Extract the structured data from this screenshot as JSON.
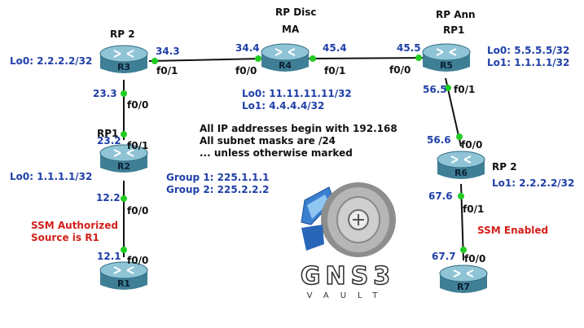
{
  "routers": {
    "r1": {
      "name": "R1"
    },
    "r2": {
      "name": "R2",
      "role": "RP1",
      "lo0": "Lo0: 1.1.1.1/32"
    },
    "r3": {
      "name": "R3",
      "role": "RP 2",
      "lo0": "Lo0: 2.2.2.2/32"
    },
    "r4": {
      "name": "R4",
      "role1": "RP Disc",
      "role2": "MA",
      "lo0": "Lo0: 11.11.11.11/32",
      "lo1": "Lo1: 4.4.4.4/32"
    },
    "r5": {
      "name": "R5",
      "role1": "RP Ann",
      "role2": "RP1",
      "lo0": "Lo0: 5.5.5.5/32",
      "lo1": "Lo1: 1.1.1.1/32"
    },
    "r6": {
      "name": "R6",
      "role": "RP 2",
      "lo1": "Lo1: 2.2.2.2/32"
    },
    "r7": {
      "name": "R7"
    }
  },
  "links": {
    "r3_r4": {
      "a_ip": "34.3",
      "a_if": "f0/1",
      "b_ip": "34.4",
      "b_if": "f0/0"
    },
    "r4_r5": {
      "a_ip": "45.4",
      "a_if": "f0/1",
      "b_ip": "45.5",
      "b_if": "f0/0"
    },
    "r3_r2": {
      "a_ip": "23.3",
      "a_if": "f0/0",
      "b_ip": "23.2",
      "b_if": "f0/1"
    },
    "r2_r1": {
      "a_ip": "12.2",
      "a_if": "f0/0",
      "b_ip": "12.1",
      "b_if": "f0/0"
    },
    "r5_r6": {
      "a_ip": "56.5",
      "a_if": "f0/1",
      "b_ip": "56.6",
      "b_if": "f0/0"
    },
    "r6_r7": {
      "a_ip": "67.6",
      "a_if": "f0/1",
      "b_ip": "67.7",
      "b_if": "f0/0"
    }
  },
  "notes": {
    "addr1": "All IP addresses begin with 192.168",
    "addr2": "All subnet masks are /24",
    "addr3": "... unless otherwise marked",
    "group1": "Group 1: 225.1.1.1",
    "group2": "Group 2: 225.2.2.2",
    "ssm_auth1": "SSM Authorized",
    "ssm_auth2": "Source is R1",
    "ssm_enabled": "SSM Enabled"
  },
  "logo": {
    "text": "GNS3",
    "subtext": "VAULT"
  },
  "colors": {
    "link": "#111111",
    "port": "#22cc22",
    "router_top": "#8fc4d6",
    "router_body": "#3f7f96",
    "ip_blue": "#1f3fa8",
    "note_red": "#d3201a"
  }
}
